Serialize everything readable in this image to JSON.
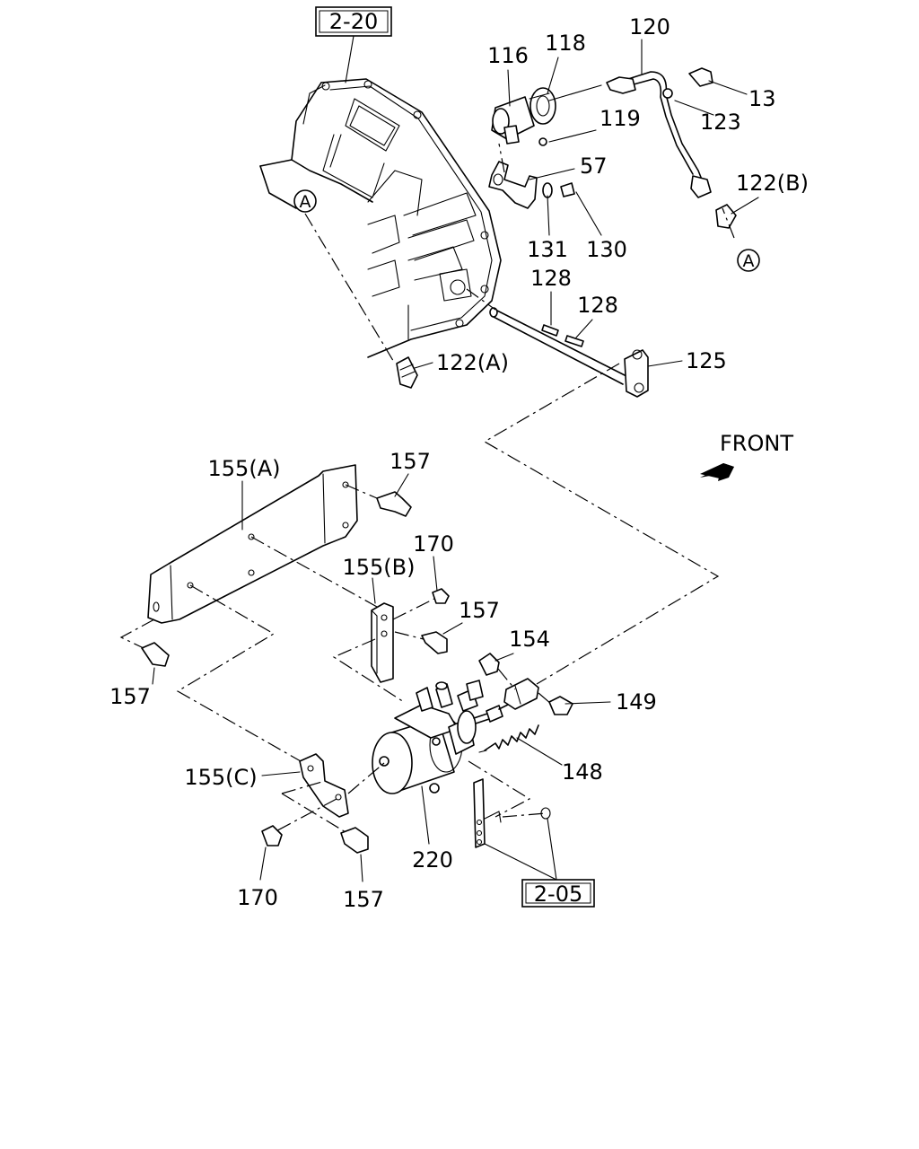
{
  "refs": {
    "ref_2_20": "2-20",
    "ref_2_05": "2-05"
  },
  "marker": "A",
  "front_label": "FRONT",
  "callouts": {
    "p120": "120",
    "p116": "116",
    "p118": "118",
    "p13": "13",
    "p123": "123",
    "p119": "119",
    "p57": "57",
    "p122b": "122(B)",
    "p131": "131",
    "p130": "130",
    "p128a": "128",
    "p128b": "128",
    "p122a": "122(A)",
    "p125": "125",
    "p155a": "155(A)",
    "p157a": "157",
    "p170a": "170",
    "p155b": "155(B)",
    "p157b": "157",
    "p154": "154",
    "p157c": "157",
    "p149": "149",
    "p148": "148",
    "p155c": "155(C)",
    "p220": "220",
    "p170b": "170",
    "p157d": "157"
  }
}
